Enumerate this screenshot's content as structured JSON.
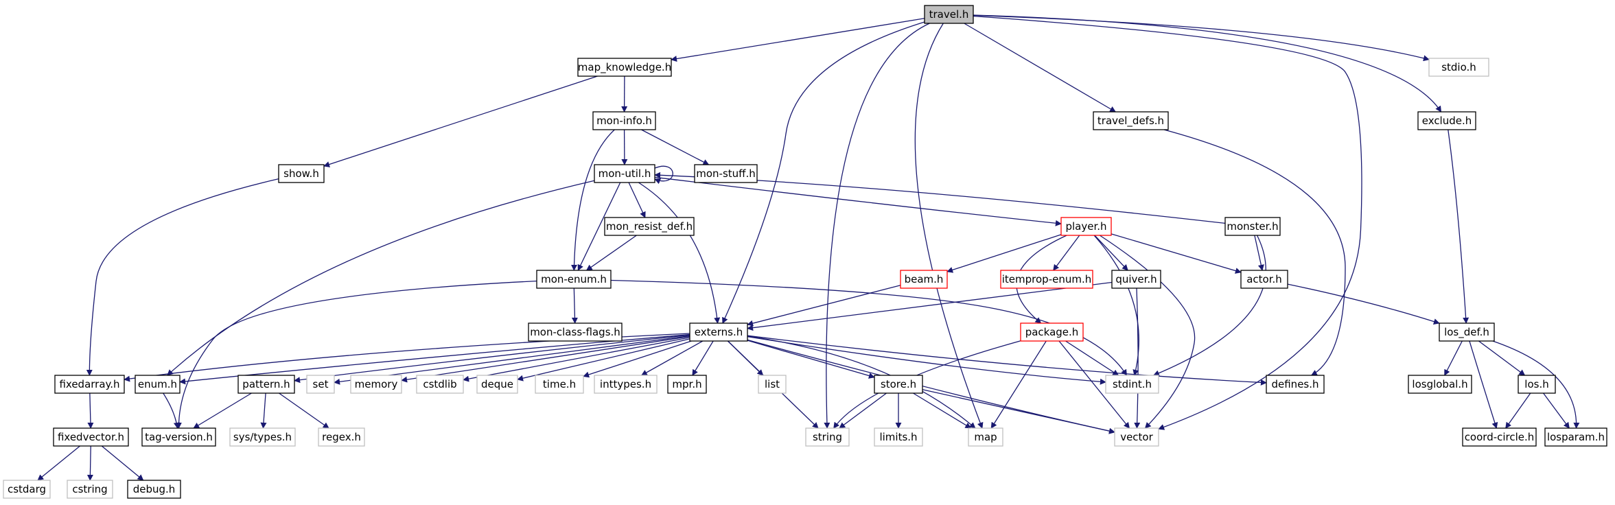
{
  "diagram": {
    "colors": {
      "edge": "#191970",
      "root_fill": "#bfbfbf",
      "root_border": "#000000",
      "normal_border": "#000000",
      "truncated_border": "#ff0000",
      "system_border": "#bfbfbf",
      "node_fill": "#ffffff"
    },
    "nodes": [
      {
        "id": "travel_h",
        "label": "travel.h",
        "style": "root"
      },
      {
        "id": "map_knowledge_h",
        "label": "map_knowledge.h",
        "style": "normal"
      },
      {
        "id": "stdio_h",
        "label": "stdio.h",
        "style": "system"
      },
      {
        "id": "mon_info_h",
        "label": "mon-info.h",
        "style": "normal"
      },
      {
        "id": "travel_defs_h",
        "label": "travel_defs.h",
        "style": "normal"
      },
      {
        "id": "exclude_h",
        "label": "exclude.h",
        "style": "normal"
      },
      {
        "id": "show_h",
        "label": "show.h",
        "style": "normal"
      },
      {
        "id": "mon_util_h",
        "label": "mon-util.h",
        "style": "normal"
      },
      {
        "id": "mon_stuff_h",
        "label": "mon-stuff.h",
        "style": "normal"
      },
      {
        "id": "mon_resist_def_h",
        "label": "mon_resist_def.h",
        "style": "normal"
      },
      {
        "id": "player_h",
        "label": "player.h",
        "style": "truncated"
      },
      {
        "id": "monster_h",
        "label": "monster.h",
        "style": "normal"
      },
      {
        "id": "mon_enum_h",
        "label": "mon-enum.h",
        "style": "normal"
      },
      {
        "id": "beam_h",
        "label": "beam.h",
        "style": "truncated"
      },
      {
        "id": "itemprop_enum_h",
        "label": "itemprop-enum.h",
        "style": "truncated"
      },
      {
        "id": "quiver_h",
        "label": "quiver.h",
        "style": "normal"
      },
      {
        "id": "actor_h",
        "label": "actor.h",
        "style": "normal"
      },
      {
        "id": "mon_class_flags_h",
        "label": "mon-class-flags.h",
        "style": "normal"
      },
      {
        "id": "externs_h",
        "label": "externs.h",
        "style": "normal"
      },
      {
        "id": "package_h",
        "label": "package.h",
        "style": "truncated"
      },
      {
        "id": "los_def_h",
        "label": "los_def.h",
        "style": "normal"
      },
      {
        "id": "fixedarray_h",
        "label": "fixedarray.h",
        "style": "normal"
      },
      {
        "id": "enum_h",
        "label": "enum.h",
        "style": "normal"
      },
      {
        "id": "pattern_h",
        "label": "pattern.h",
        "style": "normal"
      },
      {
        "id": "set",
        "label": "set",
        "style": "system"
      },
      {
        "id": "memory",
        "label": "memory",
        "style": "system"
      },
      {
        "id": "cstdlib",
        "label": "cstdlib",
        "style": "system"
      },
      {
        "id": "deque",
        "label": "deque",
        "style": "system"
      },
      {
        "id": "time_h",
        "label": "time.h",
        "style": "system"
      },
      {
        "id": "inttypes_h",
        "label": "inttypes.h",
        "style": "system"
      },
      {
        "id": "mpr_h",
        "label": "mpr.h",
        "style": "normal"
      },
      {
        "id": "list",
        "label": "list",
        "style": "system"
      },
      {
        "id": "store_h",
        "label": "store.h",
        "style": "normal"
      },
      {
        "id": "stdint_h",
        "label": "stdint.h",
        "style": "system"
      },
      {
        "id": "defines_h",
        "label": "defines.h",
        "style": "normal"
      },
      {
        "id": "losglobal_h",
        "label": "losglobal.h",
        "style": "normal"
      },
      {
        "id": "los_h",
        "label": "los.h",
        "style": "normal"
      },
      {
        "id": "fixedvector_h",
        "label": "fixedvector.h",
        "style": "normal"
      },
      {
        "id": "tag_version_h",
        "label": "tag-version.h",
        "style": "normal"
      },
      {
        "id": "sys_types_h",
        "label": "sys/types.h",
        "style": "system"
      },
      {
        "id": "regex_h",
        "label": "regex.h",
        "style": "system"
      },
      {
        "id": "string",
        "label": "string",
        "style": "system"
      },
      {
        "id": "limits_h",
        "label": "limits.h",
        "style": "system"
      },
      {
        "id": "map",
        "label": "map",
        "style": "system"
      },
      {
        "id": "vector",
        "label": "vector",
        "style": "system"
      },
      {
        "id": "coord_circle_h",
        "label": "coord-circle.h",
        "style": "normal"
      },
      {
        "id": "losparam_h",
        "label": "losparam.h",
        "style": "normal"
      },
      {
        "id": "cstdarg",
        "label": "cstdarg",
        "style": "system"
      },
      {
        "id": "cstring",
        "label": "cstring",
        "style": "system"
      },
      {
        "id": "debug_h",
        "label": "debug.h",
        "style": "normal"
      }
    ],
    "edges": [
      {
        "from": "travel_h",
        "to": "map_knowledge_h"
      },
      {
        "from": "travel_h",
        "to": "externs_h"
      },
      {
        "from": "travel_h",
        "to": "string"
      },
      {
        "from": "travel_h",
        "to": "map"
      },
      {
        "from": "travel_h",
        "to": "travel_defs_h"
      },
      {
        "from": "travel_h",
        "to": "vector"
      },
      {
        "from": "travel_h",
        "to": "exclude_h"
      },
      {
        "from": "travel_h",
        "to": "stdio_h"
      },
      {
        "from": "map_knowledge_h",
        "to": "show_h"
      },
      {
        "from": "map_knowledge_h",
        "to": "mon_info_h"
      },
      {
        "from": "mon_info_h",
        "to": "mon_util_h"
      },
      {
        "from": "mon_info_h",
        "to": "mon_stuff_h"
      },
      {
        "from": "mon_info_h",
        "to": "mon_enum_h"
      },
      {
        "from": "mon_util_h",
        "to": "mon_util_h"
      },
      {
        "from": "mon_util_h",
        "to": "mon_resist_def_h"
      },
      {
        "from": "mon_util_h",
        "to": "mon_enum_h"
      },
      {
        "from": "mon_util_h",
        "to": "enum_h"
      },
      {
        "from": "mon_util_h",
        "to": "externs_h"
      },
      {
        "from": "mon_util_h",
        "to": "player_h"
      },
      {
        "from": "monster_h",
        "to": "mon_util_h"
      },
      {
        "from": "mon_resist_def_h",
        "to": "mon_enum_h"
      },
      {
        "from": "mon_enum_h",
        "to": "mon_class_flags_h"
      },
      {
        "from": "mon_enum_h",
        "to": "tag_version_h"
      },
      {
        "from": "mon_enum_h",
        "to": "stdint_h"
      },
      {
        "from": "show_h",
        "to": "fixedarray_h"
      },
      {
        "from": "travel_defs_h",
        "to": "defines_h"
      },
      {
        "from": "exclude_h",
        "to": "los_def_h"
      },
      {
        "from": "player_h",
        "to": "beam_h"
      },
      {
        "from": "player_h",
        "to": "itemprop_enum_h"
      },
      {
        "from": "player_h",
        "to": "quiver_h"
      },
      {
        "from": "player_h",
        "to": "actor_h"
      },
      {
        "from": "player_h",
        "to": "package_h"
      },
      {
        "from": "player_h",
        "to": "stdint_h"
      },
      {
        "from": "player_h",
        "to": "vector"
      },
      {
        "from": "monster_h",
        "to": "actor_h"
      },
      {
        "from": "monster_h",
        "to": "stdint_h"
      },
      {
        "from": "beam_h",
        "to": "externs_h"
      },
      {
        "from": "quiver_h",
        "to": "externs_h"
      },
      {
        "from": "quiver_h",
        "to": "vector"
      },
      {
        "from": "actor_h",
        "to": "los_def_h"
      },
      {
        "from": "externs_h",
        "to": "fixedarray_h"
      },
      {
        "from": "externs_h",
        "to": "enum_h"
      },
      {
        "from": "externs_h",
        "to": "pattern_h"
      },
      {
        "from": "externs_h",
        "to": "set"
      },
      {
        "from": "externs_h",
        "to": "memory"
      },
      {
        "from": "externs_h",
        "to": "cstdlib"
      },
      {
        "from": "externs_h",
        "to": "deque"
      },
      {
        "from": "externs_h",
        "to": "time_h"
      },
      {
        "from": "externs_h",
        "to": "inttypes_h"
      },
      {
        "from": "externs_h",
        "to": "mpr_h"
      },
      {
        "from": "externs_h",
        "to": "list"
      },
      {
        "from": "externs_h",
        "to": "string"
      },
      {
        "from": "externs_h",
        "to": "store_h"
      },
      {
        "from": "externs_h",
        "to": "map"
      },
      {
        "from": "externs_h",
        "to": "vector"
      },
      {
        "from": "externs_h",
        "to": "stdint_h"
      },
      {
        "from": "externs_h",
        "to": "defines_h"
      },
      {
        "from": "package_h",
        "to": "string"
      },
      {
        "from": "package_h",
        "to": "map"
      },
      {
        "from": "package_h",
        "to": "vector"
      },
      {
        "from": "package_h",
        "to": "stdint_h"
      },
      {
        "from": "store_h",
        "to": "string"
      },
      {
        "from": "store_h",
        "to": "limits_h"
      },
      {
        "from": "store_h",
        "to": "map"
      },
      {
        "from": "store_h",
        "to": "vector"
      },
      {
        "from": "los_def_h",
        "to": "losglobal_h"
      },
      {
        "from": "los_def_h",
        "to": "los_h"
      },
      {
        "from": "los_def_h",
        "to": "coord_circle_h"
      },
      {
        "from": "los_def_h",
        "to": "losparam_h"
      },
      {
        "from": "los_h",
        "to": "coord_circle_h"
      },
      {
        "from": "los_h",
        "to": "losparam_h"
      },
      {
        "from": "fixedarray_h",
        "to": "fixedvector_h"
      },
      {
        "from": "fixedvector_h",
        "to": "cstdarg"
      },
      {
        "from": "fixedvector_h",
        "to": "cstring"
      },
      {
        "from": "fixedvector_h",
        "to": "debug_h"
      },
      {
        "from": "pattern_h",
        "to": "tag_version_h"
      },
      {
        "from": "pattern_h",
        "to": "sys_types_h"
      },
      {
        "from": "pattern_h",
        "to": "regex_h"
      },
      {
        "from": "enum_h",
        "to": "tag_version_h"
      }
    ]
  }
}
